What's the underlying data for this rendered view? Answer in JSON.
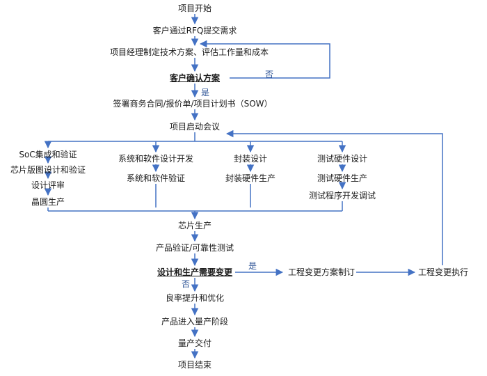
{
  "colors": {
    "arrow": "#4472c4",
    "text": "#1a1a1a",
    "edge_label": "#2f5597"
  },
  "nodes": {
    "start": "项目开始",
    "rfq": "客户通过RFQ提交需求",
    "plan": "项目经理制定技术方案、评估工作量和成本",
    "confirm": "客户确认方案",
    "sign": "签署商务合同/报价单/项目计划书（SOW）",
    "kickoff": "项目启动会议",
    "soc": "SoC集成和验证",
    "layout": "芯片版图设计和验证",
    "review": "设计评审",
    "wafer": "晶圆生产",
    "sw_dev": "系统和软件设计开发",
    "sw_verify": "系统和软件验证",
    "pkg_design": "封装设计",
    "pkg_prod": "封装硬件生产",
    "test_design": "测试硬件设计",
    "test_prod": "测试硬件生产",
    "test_prog": "测试程序开发调试",
    "chip_prod": "芯片生产",
    "reliability": "产品验证/可靠性测试",
    "change_q": "设计和生产需要变更",
    "change_plan": "工程变更方案制订",
    "change_exec": "工程变更执行",
    "yield": "良率提升和优化",
    "mass": "产品进入量产阶段",
    "delivery": "量产交付",
    "end": "项目结束"
  },
  "edge_labels": {
    "confirm_no": "否",
    "confirm_yes": "是",
    "change_yes": "是",
    "change_no": "否"
  }
}
